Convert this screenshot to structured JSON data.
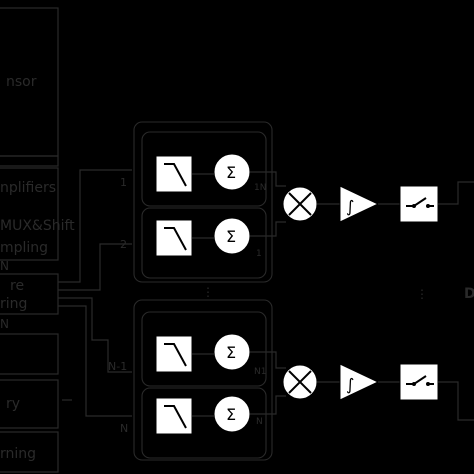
{
  "left_panel": {
    "sensor": "nsor",
    "amplifiers": "nplifiers",
    "mux_shift": "MUX&Shift",
    "sampling": "mpling",
    "n_top": "N",
    "feature": "re",
    "filtering": "ring",
    "n_bottom": "N",
    "memory": "ry",
    "learning": "rning"
  },
  "channels": {
    "ch1": "1",
    "ch2": "2",
    "ch_n1": "N-1",
    "ch_n": "N",
    "out_1n": "1N",
    "out_1": "1",
    "out_n1n": "N1",
    "out_n": "N",
    "dots_mid": "⋮",
    "dots_right": "⋮"
  },
  "right_label": "D",
  "icons": {
    "sum": "Σ",
    "integral": "∫",
    "multiply": "×"
  }
}
